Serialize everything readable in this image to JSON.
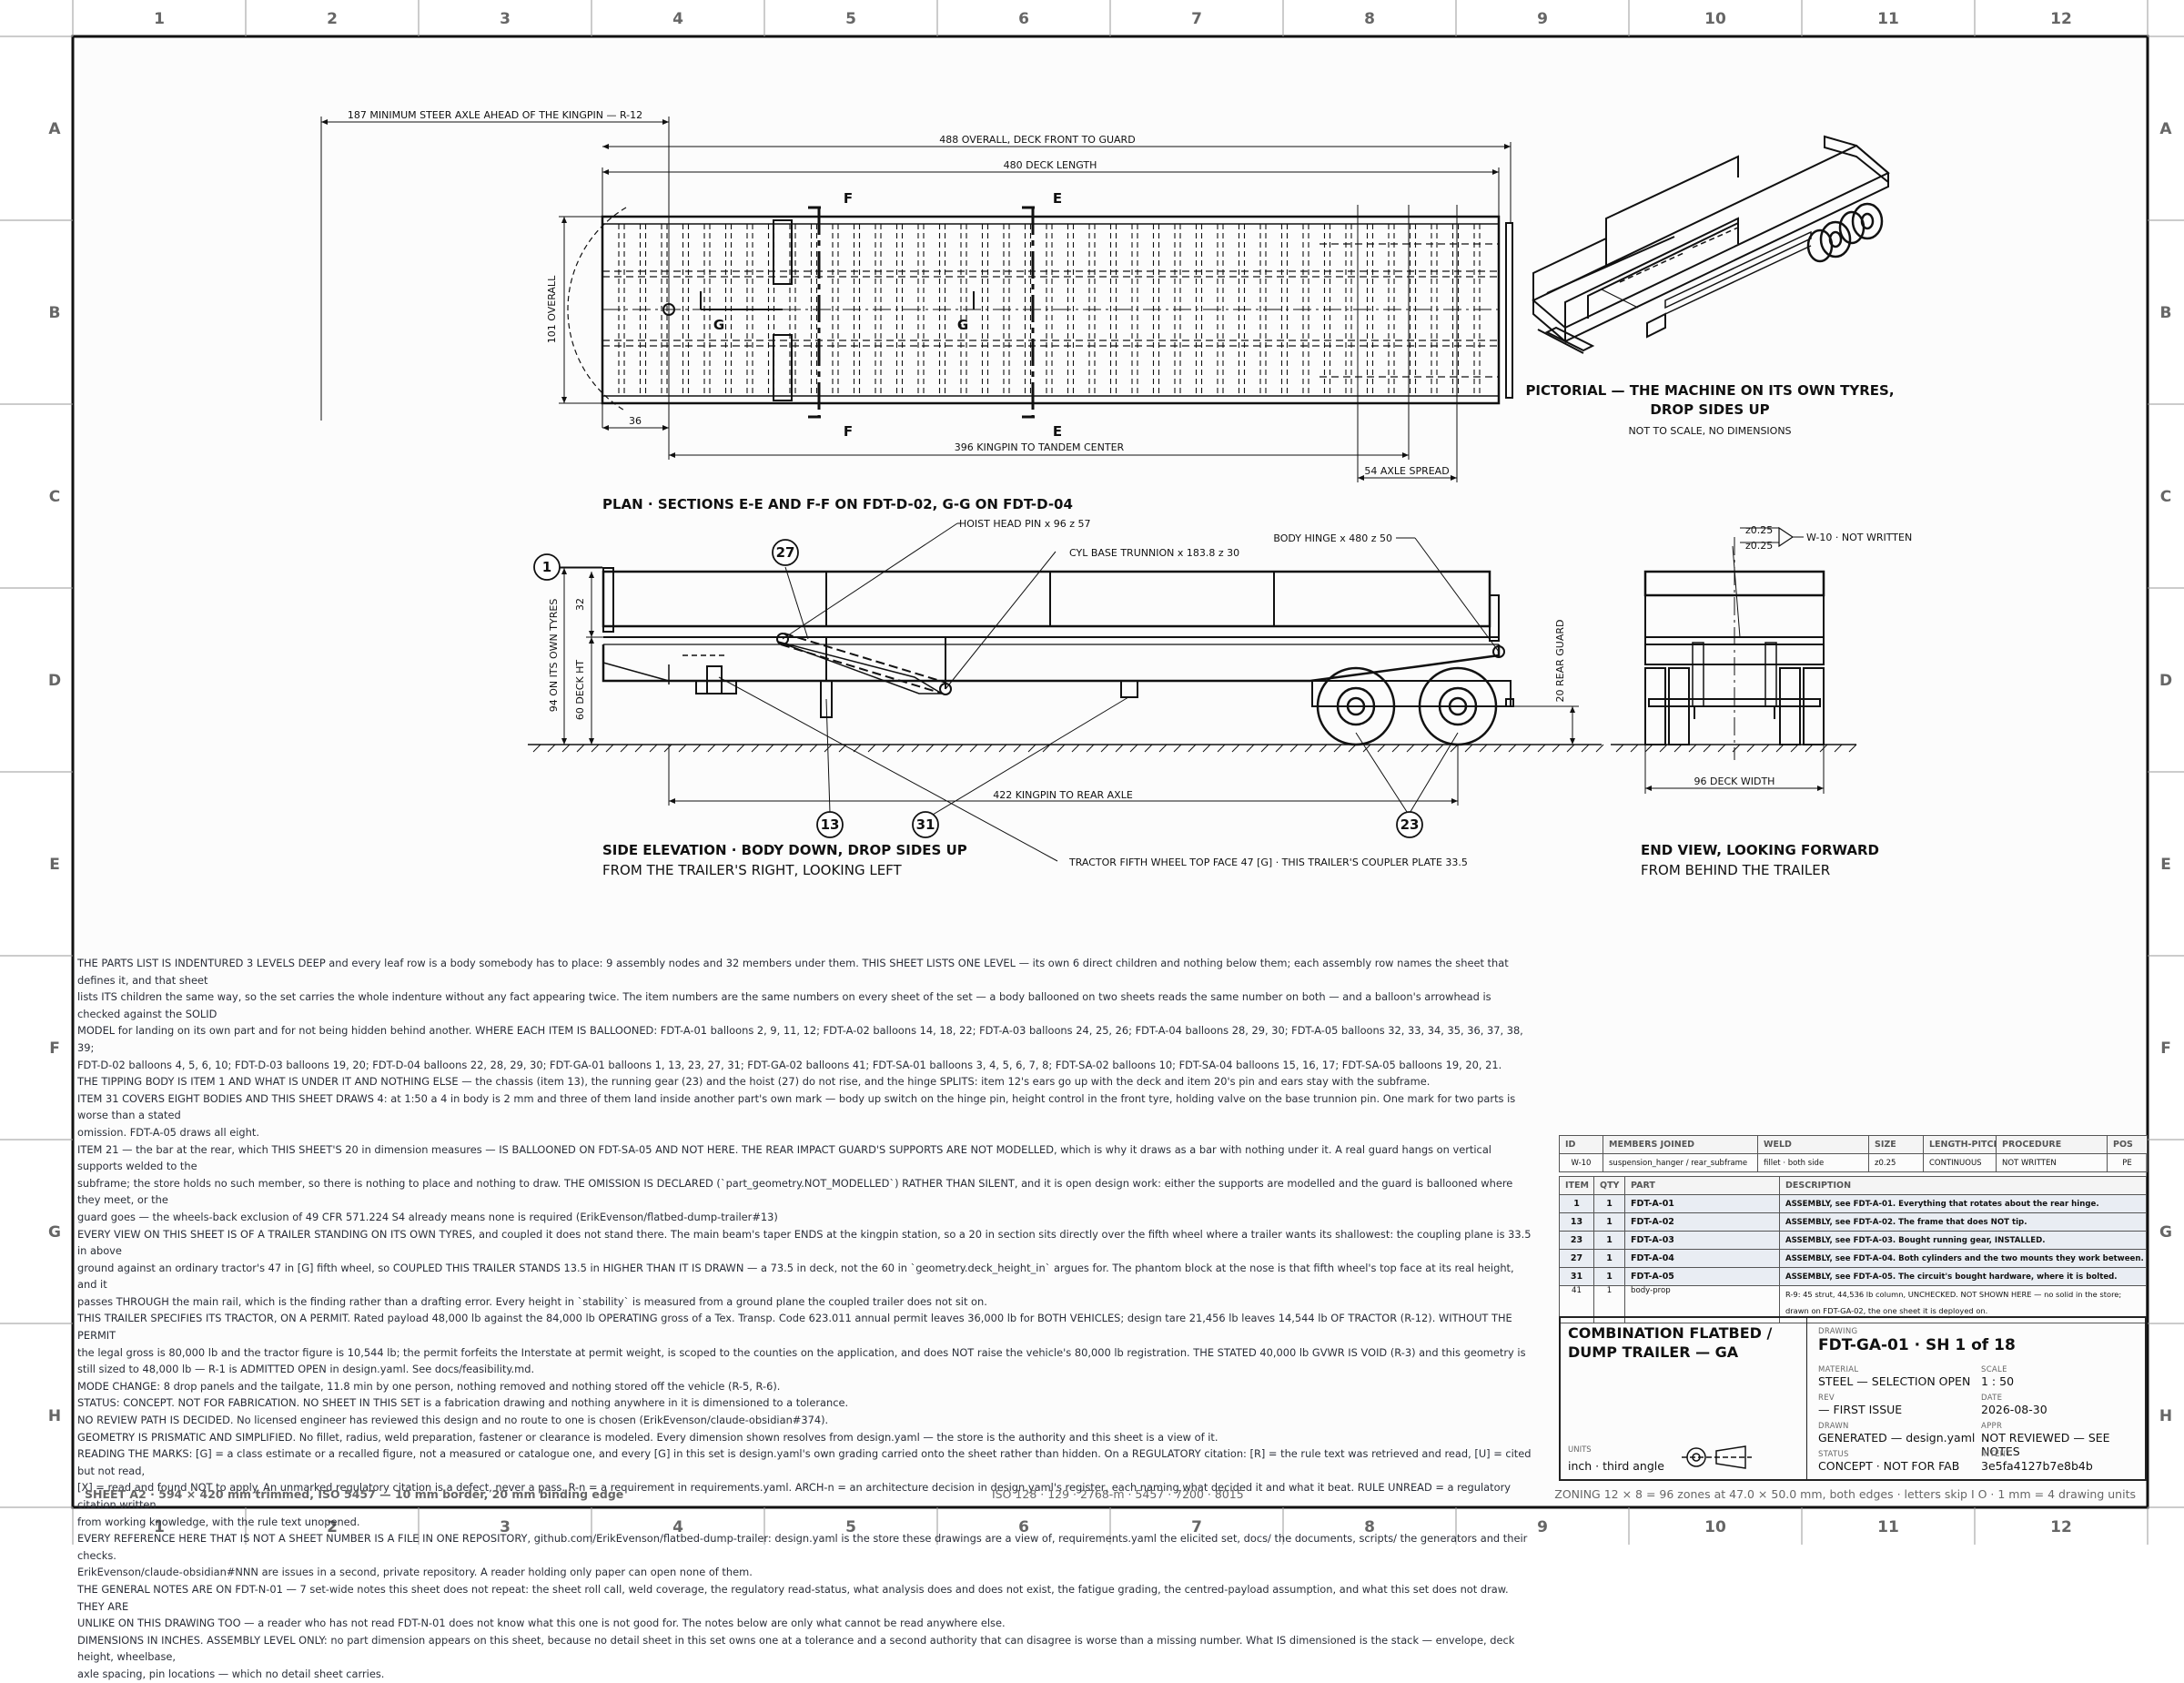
{
  "border": {
    "cols": [
      "1",
      "2",
      "3",
      "4",
      "5",
      "6",
      "7",
      "8",
      "9",
      "10",
      "11",
      "12"
    ],
    "rows": [
      "A",
      "B",
      "C",
      "D",
      "E",
      "F",
      "G",
      "H"
    ]
  },
  "plan": {
    "dim_steer": "187 MINIMUM STEER AXLE AHEAD OF THE KINGPIN — R-12",
    "dim_overall": "488 OVERALL, DECK FRONT TO GUARD",
    "dim_deck": "480 DECK LENGTH",
    "dim_width": "101 OVERALL",
    "dim_36": "36",
    "dim_kingpin": "396 KINGPIN TO TANDEM CENTER",
    "dim_axle_spread": "54 AXLE SPREAD",
    "sec_f": "F",
    "sec_e": "E",
    "sec_g": "G",
    "title": "PLAN · SECTIONS E-E AND F-F ON FDT-D-02, G-G ON FDT-D-04"
  },
  "pictorial": {
    "title": "PICTORIAL — THE MACHINE ON ITS OWN TYRES,",
    "title2": "DROP SIDES UP",
    "sub": "NOT TO SCALE, NO DIMENSIONS"
  },
  "side": {
    "callout_hoist": "HOIST HEAD PIN x 96 z 57",
    "callout_cyl": "CYL BASE TRUNNION x 183.8 z 30",
    "callout_hinge": "BODY HINGE x 480 z 50",
    "callout_tractor": "TRACTOR FIFTH WHEEL TOP FACE 47 [G] · THIS TRAILER'S COUPLER PLATE 33.5",
    "dim_94": "94 ON ITS OWN TYRES",
    "dim_32": "32",
    "dim_60": "60 DECK HT",
    "dim_rear_guard": "20 REAR GUARD",
    "dim_422": "422 KINGPIN TO REAR AXLE",
    "balloons": [
      "1",
      "27",
      "13",
      "31",
      "23"
    ],
    "title": "SIDE ELEVATION · BODY DOWN, DROP SIDES UP",
    "subtitle": "FROM THE TRAILER'S RIGHT, LOOKING LEFT"
  },
  "end": {
    "weld_z1": "z0.25",
    "weld_z2": "z0.25",
    "weld_note": "W-10 · NOT WRITTEN",
    "dim_width": "96 DECK WIDTH",
    "title": "END VIEW, LOOKING FORWARD",
    "subtitle": "FROM BEHIND THE TRAILER"
  },
  "notes": [
    "THE PARTS LIST IS INDENTURED 3 LEVELS DEEP and every leaf row is a body somebody has to place: 9 assembly nodes and 32 members under them. THIS SHEET LISTS ONE LEVEL — its own 6 direct children and nothing below them; each assembly row names the sheet that defines it, and that sheet",
    "lists ITS children the same way, so the set carries the whole indenture without any fact appearing twice. The item numbers are the same numbers on every sheet of the set — a body ballooned on two sheets reads the same number on both — and a balloon's arrowhead is checked against the SOLID",
    "MODEL for landing on its own part and for not being hidden behind another. WHERE EACH ITEM IS BALLOONED: FDT-A-01 balloons 2, 9, 11, 12; FDT-A-02 balloons 14, 18, 22; FDT-A-03 balloons 24, 25, 26; FDT-A-04 balloons 28, 29, 30; FDT-A-05 balloons 32, 33, 34, 35, 36, 37, 38, 39;",
    "FDT-D-02 balloons 4, 5, 6, 10; FDT-D-03 balloons 19, 20; FDT-D-04 balloons 22, 28, 29, 30; FDT-GA-01 balloons 1, 13, 23, 27, 31; FDT-GA-02 balloons 41; FDT-SA-01 balloons 3, 4, 5, 6, 7, 8; FDT-SA-02 balloons 10; FDT-SA-04 balloons 15, 16, 17; FDT-SA-05 balloons 19, 20, 21.",
    "THE TIPPING BODY IS ITEM 1 AND WHAT IS UNDER IT AND NOTHING ELSE — the chassis (item 13), the running gear (23) and the hoist (27) do not rise, and the hinge SPLITS: item 12's ears go up with the deck and item 20's pin and ears stay with the subframe.",
    "ITEM 31 COVERS EIGHT BODIES AND THIS SHEET DRAWS 4: at 1:50 a 4 in body is 2 mm and three of them land inside another part's own mark — body up switch on the hinge pin, height control in the front tyre, holding valve on the base trunnion pin. One mark for two parts is worse than a stated",
    "omission. FDT-A-05 draws all eight.",
    "ITEM 21 — the bar at the rear, which THIS SHEET'S 20 in dimension measures — IS BALLOONED ON FDT-SA-05 AND NOT HERE. THE REAR IMPACT GUARD'S SUPPORTS ARE NOT MODELLED, which is why it draws as a bar with nothing under it. A real guard hangs on vertical supports welded to the",
    "subframe; the store holds no such member, so there is nothing to place and nothing to draw. THE OMISSION IS DECLARED (`part_geometry.NOT_MODELLED`) RATHER THAN SILENT, and it is open design work: either the supports are modelled and the guard is ballooned where they meet, or the",
    "guard goes — the wheels-back exclusion of 49 CFR 571.224 S4 already means none is required (ErikEvenson/flatbed-dump-trailer#13)",
    "EVERY VIEW ON THIS SHEET IS OF A TRAILER STANDING ON ITS OWN TYRES, and coupled it does not stand there. The main beam's taper ENDS at the kingpin station, so a 20 in section sits directly over the fifth wheel where a trailer wants its shallowest: the coupling plane is 33.5 in above",
    "ground against an ordinary tractor's 47 in [G] fifth wheel, so COUPLED THIS TRAILER STANDS 13.5 in HIGHER THAN IT IS DRAWN — a 73.5 in deck, not the 60 in `geometry.deck_height_in` argues for. The phantom block at the nose is that fifth wheel's top face at its real height, and it",
    "passes THROUGH the main rail, which is the finding rather than a drafting error. Every height in `stability` is measured from a ground plane the coupled trailer does not sit on.",
    "THIS TRAILER SPECIFIES ITS TRACTOR, ON A PERMIT. Rated payload 48,000 lb against the 84,000 lb OPERATING gross of a Tex. Transp. Code 623.011 annual permit leaves 36,000 lb for BOTH VEHICLES; design tare 21,456 lb leaves 14,544 lb OF TRACTOR (R-12). WITHOUT THE PERMIT",
    "the legal gross is 80,000 lb and the tractor figure is 10,544 lb; the permit forfeits the Interstate at permit weight, is scoped to the counties on the application, and does NOT raise the vehicle's 80,000 lb registration. THE STATED 40,000 lb GVWR IS VOID (R-3) and this geometry is",
    "still sized to 48,000 lb — R-1 is ADMITTED OPEN in design.yaml. See docs/feasibility.md.",
    "MODE CHANGE: 8 drop panels and the tailgate, 11.8 min by one person, nothing removed and nothing stored off the vehicle (R-5, R-6).",
    "STATUS: CONCEPT. NOT FOR FABRICATION. NO SHEET IN THIS SET is a fabrication drawing and nothing anywhere in it is dimensioned to a tolerance.",
    "NO REVIEW PATH IS DECIDED. No licensed engineer has reviewed this design and no route to one is chosen (ErikEvenson/claude-obsidian#374).",
    "GEOMETRY IS PRISMATIC AND SIMPLIFIED. No fillet, radius, weld preparation, fastener or clearance is modeled. Every dimension shown resolves from design.yaml — the store is the authority and this sheet is a view of it.",
    "READING THE MARKS: [G] = a class estimate or a recalled figure, not a measured or catalogue one, and every [G] in this set is design.yaml's own grading carried onto the sheet rather than hidden. On a REGULATORY citation: [R] = the rule text was retrieved and read, [U] = cited but not read,",
    "[X] = read and found NOT to apply. An unmarked regulatory citation is a defect, never a pass. R-n = a requirement in requirements.yaml. ARCH-n = an architecture decision in design.yaml's register, each naming what decided it and what it beat. RULE UNREAD = a regulatory citation written",
    "from working knowledge, with the rule text unopened.",
    "EVERY REFERENCE HERE THAT IS NOT A SHEET NUMBER IS A FILE IN ONE REPOSITORY, github.com/ErikEvenson/flatbed-dump-trailer: design.yaml is the store these drawings are a view of, requirements.yaml the elicited set, docs/ the documents, scripts/ the generators and their checks.",
    "ErikEvenson/claude-obsidian#NNN are issues in a second, private repository. A reader holding only paper can open none of them.",
    "THE GENERAL NOTES ARE ON FDT-N-01 — 7 set-wide notes this sheet does not repeat: the sheet roll call, weld coverage, the regulatory read-status, what analysis does and does not exist, the fatigue grading, the centred-payload assumption, and what this set does not draw. THEY ARE",
    "UNLIKE ON THIS DRAWING TOO — a reader who has not read FDT-N-01 does not know what this one is not good for. The notes below are only what cannot be read anywhere else.",
    "DIMENSIONS IN INCHES. ASSEMBLY LEVEL ONLY: no part dimension appears on this sheet, because no detail sheet in this set owns one at a tolerance and a second authority that can disagree is worse than a missing number. What IS dimensioned is the stack — envelope, deck height, wheelbase,",
    "axle spacing, pin locations — which no detail sheet carries."
  ],
  "weld_table": {
    "headers": [
      "ID",
      "MEMBERS JOINED",
      "WELD",
      "SIZE",
      "LENGTH-PITCH",
      "PROCEDURE",
      "POS"
    ],
    "rows": [
      [
        "W-10",
        "suspension_hanger / rear_subframe",
        "fillet · both side",
        "z0.25",
        "CONTINUOUS",
        "NOT WRITTEN",
        "PE"
      ]
    ]
  },
  "bom": {
    "headers": [
      "ITEM",
      "QTY",
      "PART",
      "DESCRIPTION"
    ],
    "rows": [
      {
        "item": "1",
        "qty": "1",
        "part": "FDT-A-01",
        "desc": "ASSEMBLY, see FDT-A-01. Everything that rotates about the rear hinge.",
        "asm": true
      },
      {
        "item": "13",
        "qty": "1",
        "part": "FDT-A-02",
        "desc": "ASSEMBLY, see FDT-A-02. The frame that does NOT tip.",
        "asm": true
      },
      {
        "item": "23",
        "qty": "1",
        "part": "FDT-A-03",
        "desc": "ASSEMBLY, see FDT-A-03. Bought running gear, INSTALLED.",
        "asm": true
      },
      {
        "item": "27",
        "qty": "1",
        "part": "FDT-A-04",
        "desc": "ASSEMBLY, see FDT-A-04. Both cylinders and the two mounts they work between.",
        "asm": true
      },
      {
        "item": "31",
        "qty": "1",
        "part": "FDT-A-05",
        "desc": "ASSEMBLY, see FDT-A-05. The circuit's bought hardware, where it is bolted.",
        "asm": true
      }
    ],
    "last": {
      "item": "41",
      "qty": "1",
      "part": "body-prop",
      "desc1": "R-9: 45 strut, 44,536 lb column, UNCHECKED. NOT SHOWN HERE — no solid in the store;",
      "desc2": "drawn on FDT-GA-02, the one sheet it is deployed on."
    }
  },
  "title_block": {
    "title": "COMBINATION FLATBED / DUMP TRAILER — GA",
    "units_label": "UNITS",
    "units": "inch · third angle",
    "drawing_label": "DRAWING",
    "drawing": "FDT-GA-01 · SH 1 of 18",
    "material_label": "MATERIAL",
    "material": "STEEL — SELECTION OPEN",
    "scale_label": "SCALE",
    "scale": "1 : 50",
    "rev_label": "REV",
    "rev": "— FIRST ISSUE",
    "date_label": "DATE",
    "date": "2026-08-30",
    "drawn_label": "DRAWN",
    "drawn": "GENERATED — design.yaml",
    "appr_label": "APPR",
    "appr": "NOT REVIEWED — SEE NOTES",
    "status_label": "STATUS",
    "status": "CONCEPT · NOT FOR FAB",
    "intent_label": "INTENT",
    "intent": "3e5fa4127b7e8b4b"
  },
  "footer": {
    "left": "SHEET A2 · 594 × 420 mm trimmed, ISO 5457 — 10 mm border, 20 mm binding edge",
    "center": "ISO 128 · 129 · 2768-m · 5457 · 7200 · 8015",
    "right": "ZONING 12 × 8 = 96 zones at 47.0 × 50.0 mm, both edges · letters skip I O · 1 mm = 4 drawing units"
  }
}
